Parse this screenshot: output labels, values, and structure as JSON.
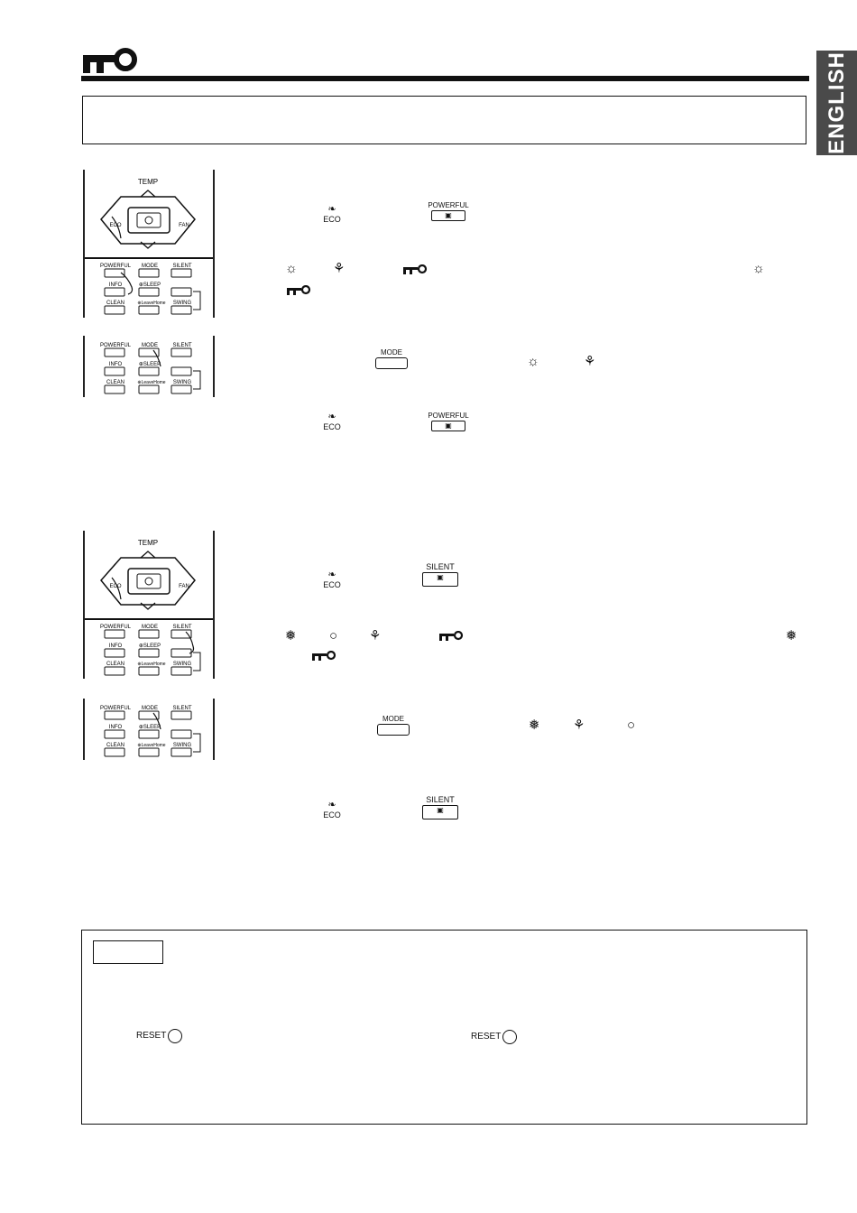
{
  "language_tab": "ENGLISH",
  "icons": {
    "key": "key-icon",
    "sun": "sun-icon",
    "fan": "fan-icon",
    "snow": "snowflake-icon",
    "drop": "drop-icon",
    "leaf": "leaf-icon"
  },
  "remote_labels": {
    "temp": "TEMP",
    "eco": "ECO",
    "fan": "FAN",
    "powerful": "POWERFUL",
    "mode": "MODE",
    "silent": "SILENT",
    "info": "INFO",
    "sleep": "⊕SLEEP",
    "clean": "CLEAN",
    "leavehome": "⊕LeaveHome",
    "swing": "SWING"
  },
  "inline_buttons": {
    "eco": "ECO",
    "powerful": "POWERFUL",
    "mode": "MODE",
    "silent": "SILENT"
  },
  "note": {
    "reset_1": "RESET",
    "reset_2": "RESET"
  }
}
